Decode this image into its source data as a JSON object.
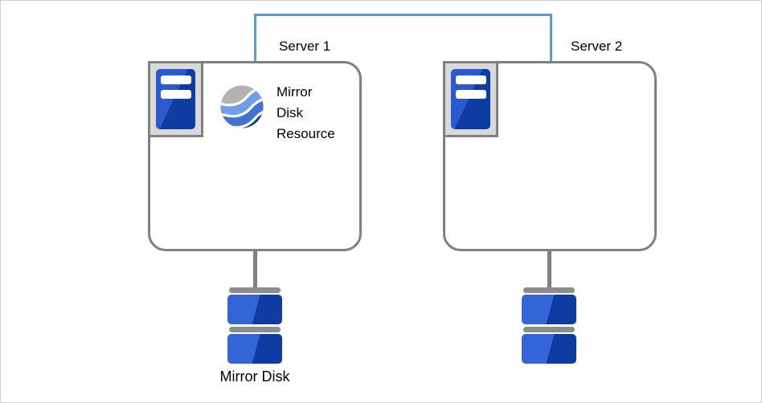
{
  "diagram": {
    "nodes": {
      "server1": {
        "label": "Server 1"
      },
      "server2": {
        "label": "Server 2"
      },
      "mirror_disk_resource": {
        "label": "Mirror Disk Resource",
        "lines": [
          "Mirror",
          "Disk",
          "Resource"
        ]
      },
      "mirror_disk": {
        "label": "Mirror Disk"
      }
    },
    "icons": {
      "server": "server-tower-icon",
      "resource": "mirror-disk-resource-swirl-icon",
      "disk": "stacked-disk-icon"
    },
    "colors": {
      "interconnect_blue": "#5B9BD5",
      "outline_gray": "#808080",
      "chip_bg": "#d9d9d9",
      "server_blue_light": "#2b59ce",
      "server_blue_dark": "#0d3da2",
      "disk_blue_light": "#3465d8",
      "disk_blue_dark": "#0e3ca3",
      "disk_bar_gray": "#8c8c8c",
      "swirl_gray": "#b3b3b3",
      "swirl_light_blue": "#6f9ceb",
      "swirl_mid_blue": "#4173d4",
      "swirl_navy": "#163e8e"
    }
  }
}
